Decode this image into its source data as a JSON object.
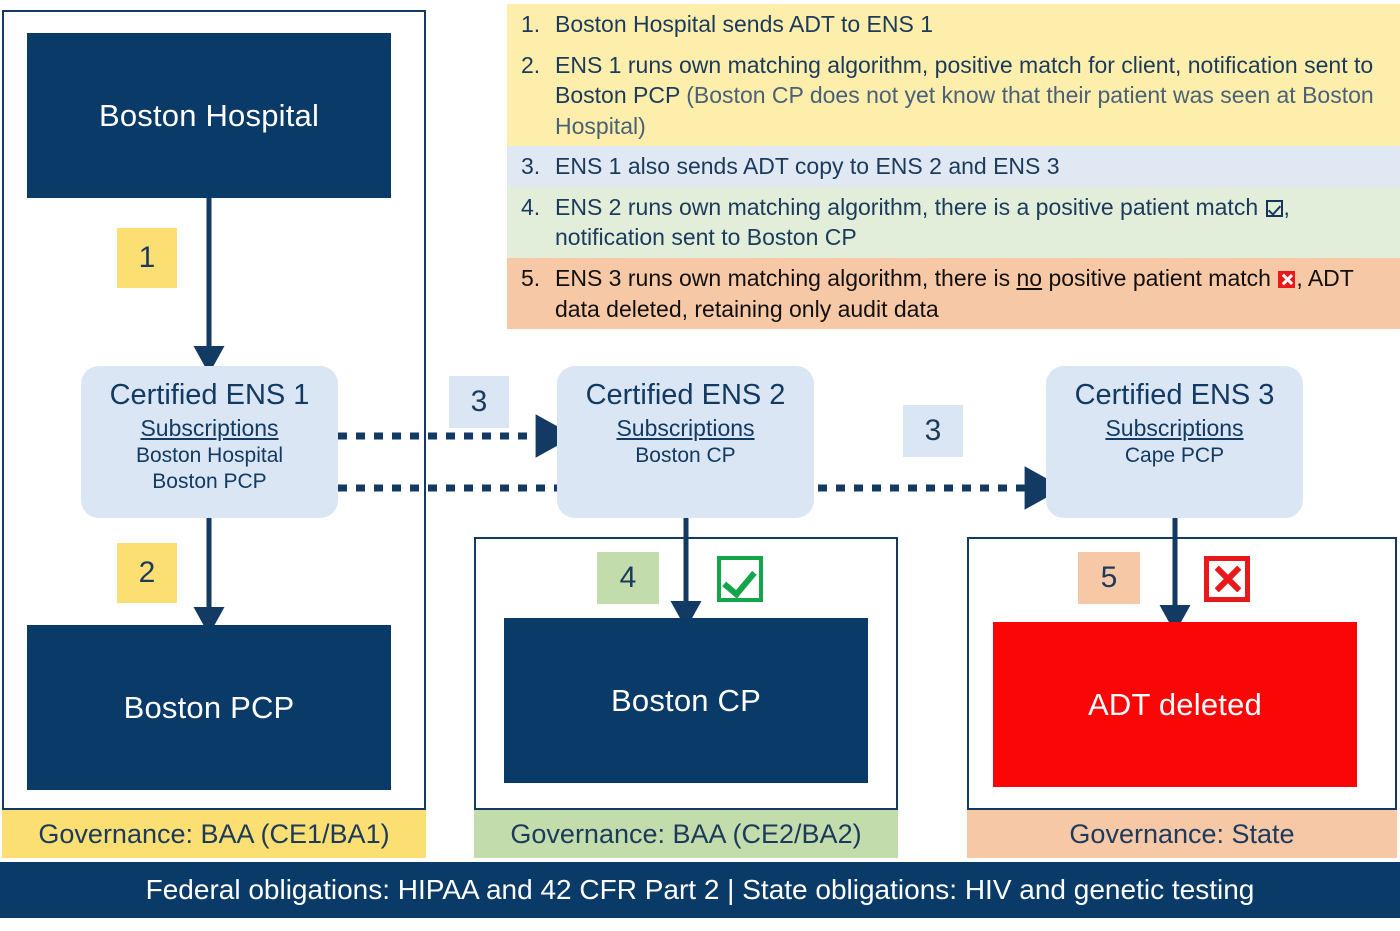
{
  "legend": {
    "items": [
      {
        "num": "1.",
        "text": "Boston Hospital sends ADT to ENS 1",
        "style": "l1"
      },
      {
        "num": "2.",
        "text_main": "ENS 1 runs own matching algorithm, positive match for client, notification sent to Boston PCP ",
        "text_muted": "(Boston CP does not yet know that their patient was seen at Boston Hospital)",
        "style": "l1"
      },
      {
        "num": "3.",
        "text": "ENS 1 also sends ADT copy to ENS 2 and ENS 3",
        "style": "l3"
      },
      {
        "num": "4.",
        "text_before": "ENS 2 runs own matching algorithm, there is a positive patient match ",
        "icon": "checkbox-checked-icon",
        "text_after": ", notification sent to Boston CP",
        "style": "l4"
      },
      {
        "num": "5.",
        "text_before": "ENS 3 runs own matching algorithm, there is ",
        "text_underlined": "no",
        "text_middle": " positive patient match ",
        "icon": "x-box-icon",
        "text_after": ", ADT data deleted, retaining only audit data",
        "style": "l5"
      }
    ]
  },
  "nodes": {
    "boston_hospital": "Boston Hospital",
    "boston_pcp": "Boston PCP",
    "boston_cp": "Boston CP",
    "adt_deleted": "ADT deleted"
  },
  "ens": [
    {
      "title": "Certified ENS 1",
      "subs_heading": "Subscriptions",
      "subscriptions": [
        "Boston Hospital",
        "Boston PCP"
      ]
    },
    {
      "title": "Certified ENS 2",
      "subs_heading": "Subscriptions",
      "subscriptions": [
        "Boston CP"
      ]
    },
    {
      "title": "Certified ENS 3",
      "subs_heading": "Subscriptions",
      "subscriptions": [
        "Cape PCP"
      ]
    }
  ],
  "badges": {
    "b1": "1",
    "b2": "2",
    "b3a": "3",
    "b3b": "3",
    "b4": "4",
    "b5": "5"
  },
  "governance": {
    "left": "Governance: BAA (CE1/BA1)",
    "middle": "Governance: BAA (CE2/BA2)",
    "right": "Governance: State"
  },
  "obligations": "Federal obligations: HIPAA and 42 CFR Part 2 | State obligations: HIV and genetic testing",
  "colors": {
    "navy": "#0a3a68",
    "light_blue": "#dae6f3",
    "yellow": "#fbdf72",
    "legend_yellow": "#fdeeac",
    "legend_blue": "#dfe8f3",
    "green": "#c3dcab",
    "legend_green": "#e2eeda",
    "peach": "#f7c8a6",
    "red": "#fb0606",
    "check_green": "#12a54a",
    "x_red": "#e8191b"
  }
}
